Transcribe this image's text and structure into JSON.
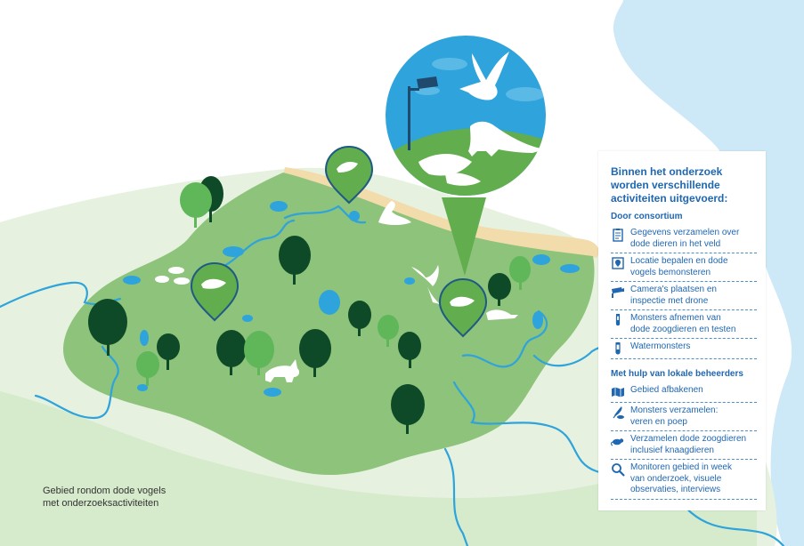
{
  "colors": {
    "sea": "#cde8f6",
    "land_light": "#e6f2df",
    "area_green": "#8dc37a",
    "tree_dark": "#0f4a28",
    "tree_light": "#5fb75a",
    "water": "#2ea3dc",
    "beach": "#f2dcab",
    "pin": "#62ad4d",
    "pin_outline": "#1f5a84",
    "text_blue": "#1f67b1"
  },
  "map_caption": {
    "line1": "Gebied rondom dode vogels",
    "line2": "met onderzoeksactiviteiten"
  },
  "legend": {
    "title_lines": [
      "Binnen het onderzoek",
      "worden verschillende",
      "activiteiten uitgevoerd:"
    ],
    "sections": [
      {
        "heading": "Door consortium",
        "items": [
          {
            "icon": "clipboard-list-icon",
            "lines": [
              "Gegevens verzamelen over",
              "dode dieren in het veld"
            ]
          },
          {
            "icon": "location-tag-icon",
            "lines": [
              "Locatie bepalen en dode",
              "vogels bemonsteren"
            ]
          },
          {
            "icon": "camera-icon",
            "lines": [
              "Camera's plaatsen en",
              "inspectie met drone"
            ]
          },
          {
            "icon": "test-tube-icon",
            "lines": [
              "Monsters afnemen van",
              "dode zoogdieren en testen"
            ]
          },
          {
            "icon": "water-vial-icon",
            "lines": [
              "Watermonsters"
            ]
          }
        ]
      },
      {
        "heading": "Met hulp van lokale beheerders",
        "items": [
          {
            "icon": "map-icon",
            "lines": [
              "Gebied afbakenen"
            ]
          },
          {
            "icon": "feather-sample-icon",
            "lines": [
              "Monsters verzamelen:",
              "veren en poep"
            ]
          },
          {
            "icon": "rodent-icon",
            "lines": [
              "Verzamelen dode zoogdieren",
              "inclusief knaagdieren"
            ]
          },
          {
            "icon": "magnifier-icon",
            "lines": [
              "Monitoren gebied in week",
              "van onderzoek, visuele",
              "observaties, interviews"
            ]
          }
        ]
      }
    ]
  }
}
